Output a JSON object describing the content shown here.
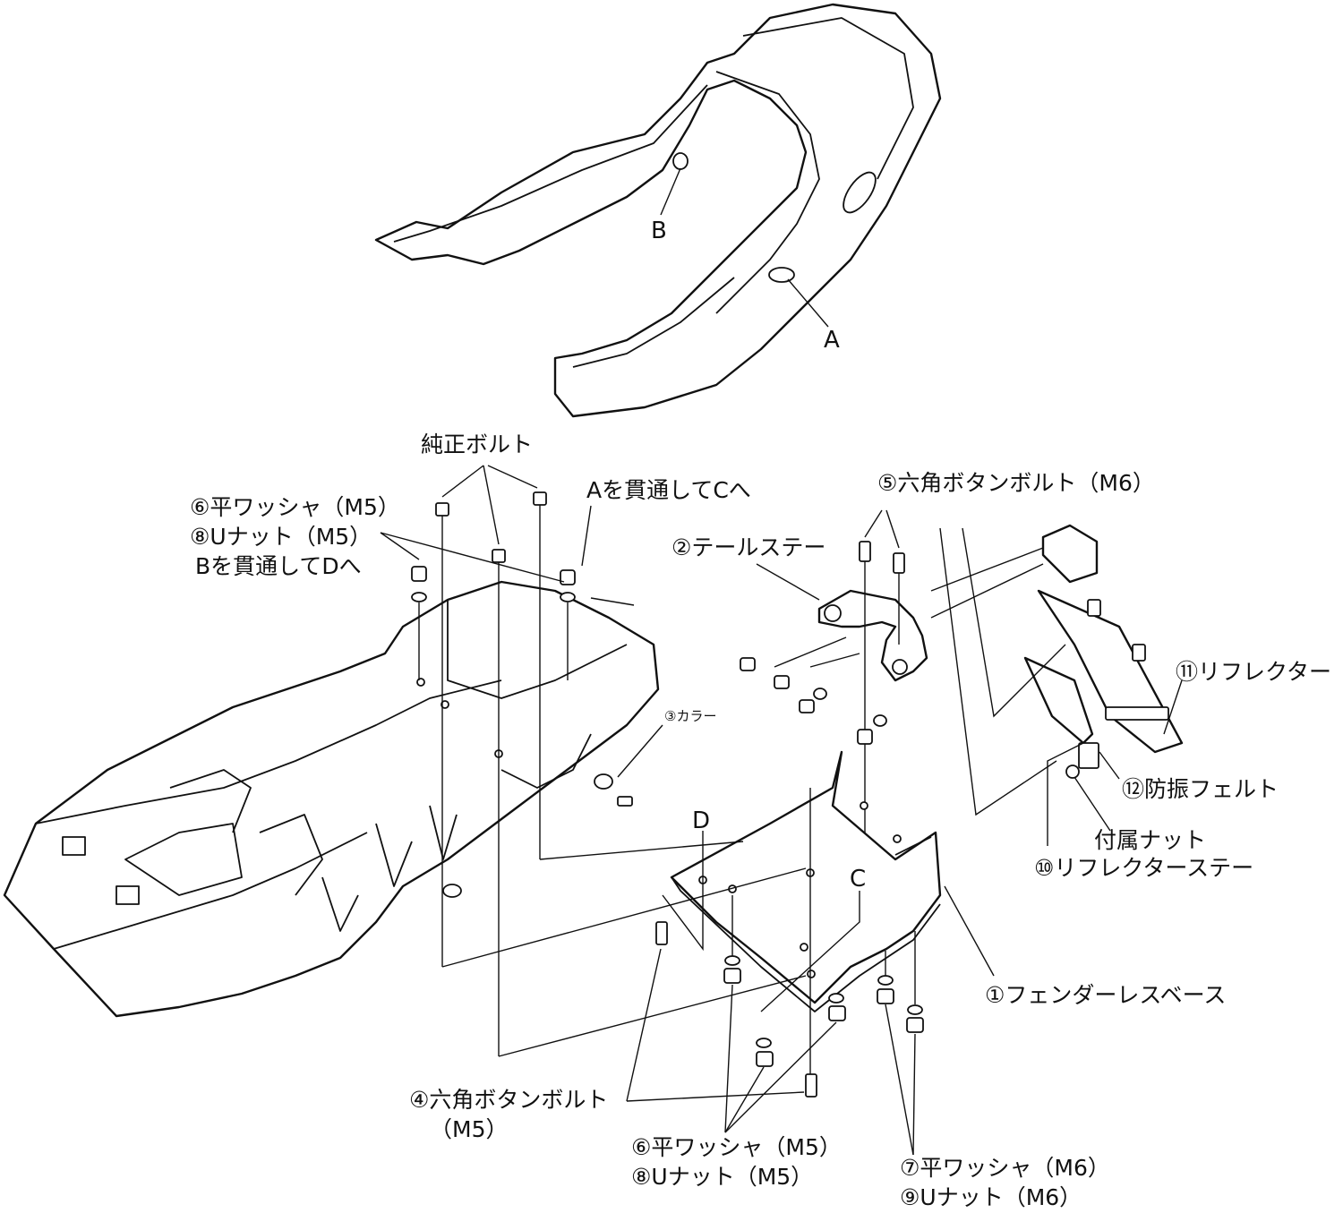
{
  "labels": {
    "letter_b": "B",
    "letter_a": "A",
    "letter_c": "C",
    "letter_d": "D",
    "junsei_bolt": "純正ボルト",
    "a_to_c": "Aを貫通してCへ",
    "hira_washer_m5_top": "⑥平ワッシャ（M5）",
    "u_nut_m5_top": "⑧Uナット（M5）",
    "b_to_d": "Bを貫通してDへ",
    "tail_stay": "②テールステー",
    "hex_bolt_m6": "⑤六角ボタンボルト（M6）",
    "collar": "③カラー",
    "reflector": "⑪リフレクター",
    "felt": "⑫防振フェルト",
    "included_nut": "付属ナット",
    "reflector_stay": "⑩リフレクターステー",
    "fenderless_base": "①フェンダーレスベース",
    "hex_bolt_m5_line1": "④六角ボタンボルト",
    "hex_bolt_m5_line2": "（M5）",
    "hira_washer_m5_bottom": "⑥平ワッシャ（M5）",
    "u_nut_m5_bottom": "⑧Uナット（M5）",
    "hira_washer_m6": "⑦平ワッシャ（M6）",
    "u_nut_m6": "⑨Uナット（M6）"
  }
}
